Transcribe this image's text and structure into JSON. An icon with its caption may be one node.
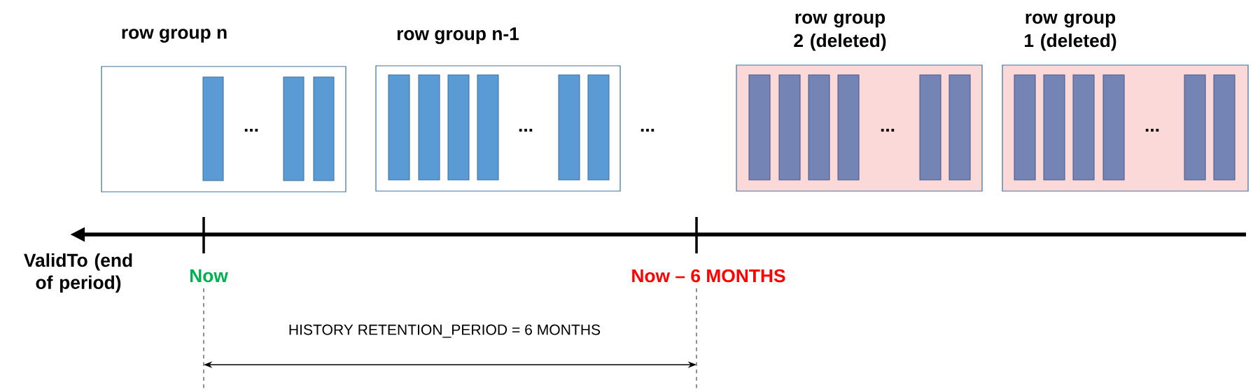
{
  "diagram": {
    "nodes": [
      {
        "text": [
          "row group n",
          "..."
        ]
      },
      {
        "text": [
          "row group n-1",
          "..."
        ]
      },
      {
        "text": [
          "row group 2 (deleted)",
          "..."
        ]
      },
      {
        "text": [
          "row group 1 (deleted)",
          "..."
        ]
      }
    ],
    "labels": [
      "...",
      "ValidTo (end of period)",
      "Now",
      "Now – 6 MONTHS",
      "HISTORY RETENTION_PERIOD = 6 MONTHS"
    ]
  }
}
